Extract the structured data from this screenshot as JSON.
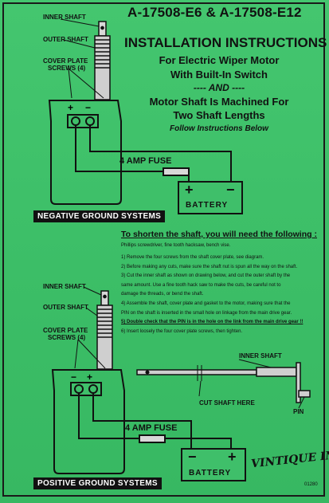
{
  "header": {
    "title": "A-17508-E6 & A-17508-E12",
    "instructions": "INSTALLATION INSTRUCTIONS",
    "line1": "For Electric Wiper Motor",
    "line2": "With Built-In  Switch",
    "line3": "---- AND ----",
    "line4": "Motor Shaft Is Machined For",
    "line5": "Two Shaft Lengths",
    "line6": "Follow Instructions Below"
  },
  "top_diagram": {
    "inner_shaft": "INNER SHAFT",
    "outer_shaft": "OUTER SHAFT",
    "cover_plate": "COVER PLATE",
    "screws": "SCREWS (4)",
    "fuse": "4 AMP FUSE",
    "battery": "BATTERY",
    "plus": "+",
    "minus": "−",
    "banner": "NEGATIVE GROUND SYSTEMS"
  },
  "bottom_diagram": {
    "inner_shaft": "INNER SHAFT",
    "outer_shaft": "OUTER SHAFT",
    "cover_plate": "COVER PLATE",
    "screws": "SCREWS (4)",
    "fuse": "4 AMP FUSE",
    "battery": "BATTERY",
    "plus": "+",
    "minus": "−",
    "banner": "POSITIVE GROUND SYSTEMS"
  },
  "shaft_detail": {
    "inner_shaft": "INNER SHAFT",
    "cut_here": "CUT SHAFT HERE",
    "pin": "PIN"
  },
  "shorten": {
    "heading": "To shorten the shaft,  you will need the following :",
    "tools": "Phillips screwdriver,  fine tooth hacksaw,  bench vise.",
    "steps": [
      "1)  Remove the four screws from the shaft cover plate,  see diagram.",
      "2)  Before making any cuts,  make sure the shaft nut is spun all the way on the shaft.",
      "3)  Cut the inner shaft as shown on drawing below, and cut the outer shaft by the",
      "      same amount.   Use a fine tooth hack saw to make the cuts,  be careful not to",
      "      damage the threads,  or bend the shaft.",
      "4)  Assemble the shaft, cover plate and gasket to the motor,  making sure that the",
      "      PIN on the shaft is inserted in the small hole on linkage from the main drive gear.",
      "5)  Double check that the PIN is in the hole on the link from the main drive gear !!",
      "6)  Insert loosely the four cover plate screws,  then tighten."
    ]
  },
  "footer": {
    "logo": "VINTIQUE INC.",
    "code": "01280"
  }
}
